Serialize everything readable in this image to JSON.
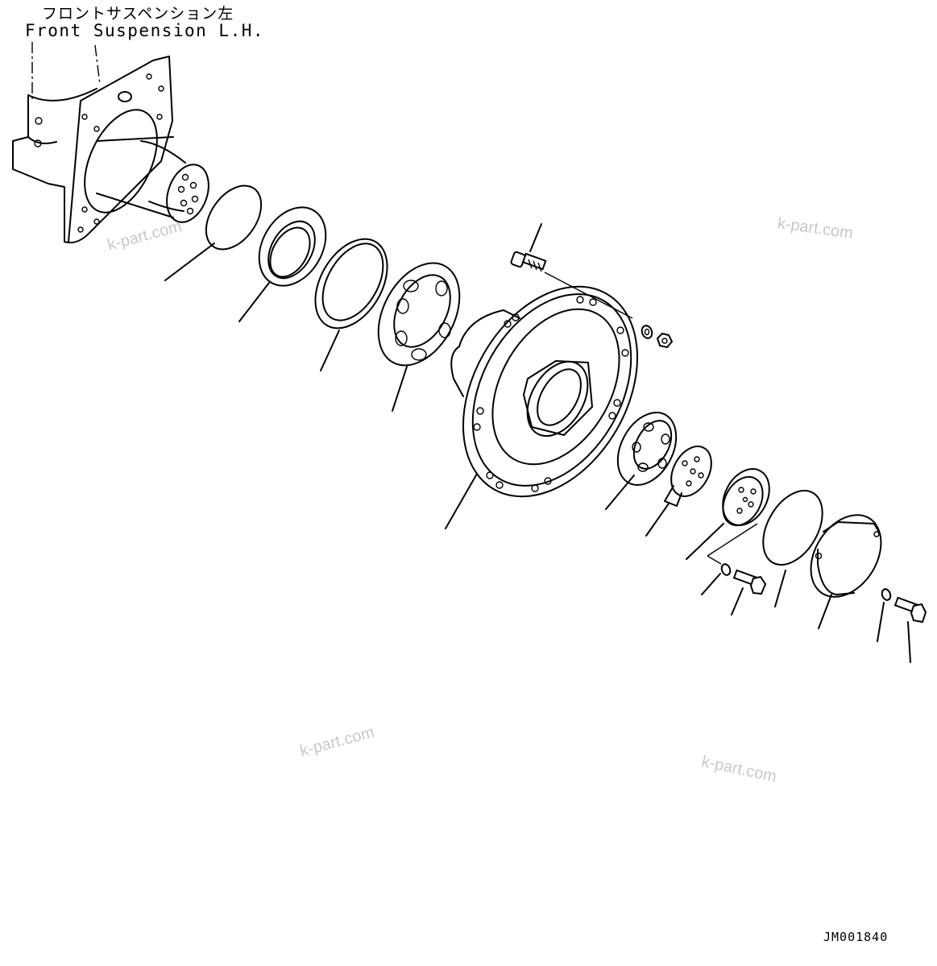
{
  "title": {
    "japanese": "フロントサスペンション左",
    "english": "Front Suspension L.H."
  },
  "watermarks": [
    "k-part.com",
    "k-part.com",
    "k-part.com",
    "k-part.com"
  ],
  "drawing_code": "JM001840",
  "colors": {
    "line": "#000000",
    "watermark": "#c8c8c8",
    "background": "#ffffff"
  },
  "parts": [
    "suspension-mount",
    "o-ring",
    "oil-seal",
    "seal-ring",
    "inner-bearing",
    "wheel-hub",
    "hub-bolt",
    "washer",
    "nut",
    "outer-bearing",
    "lock-plate",
    "retainer-plate",
    "plate-washer",
    "plate-bolt",
    "cover-o-ring",
    "hub-cover",
    "cover-washer",
    "cover-bolt"
  ]
}
